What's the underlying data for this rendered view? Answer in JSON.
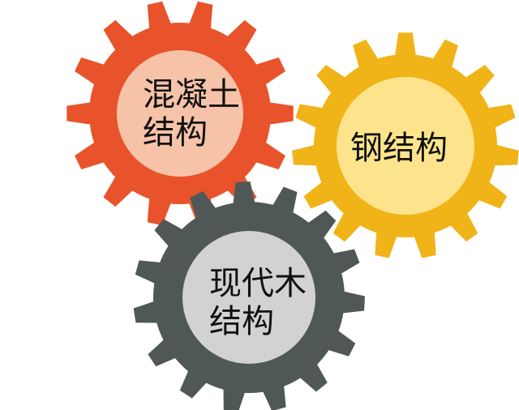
{
  "gears": [
    {
      "id": "concrete",
      "label_lines": [
        "混凝土",
        "结构"
      ],
      "outer_color": "#e8532b",
      "inner_color": "#f6c3a8"
    },
    {
      "id": "steel",
      "label_lines": [
        "钢结构"
      ],
      "outer_color": "#f0b419",
      "inner_color": "#fde48c"
    },
    {
      "id": "timber",
      "label_lines": [
        "现代木",
        "结构"
      ],
      "outer_color": "#4f5856",
      "inner_color": "#d2d2d2"
    }
  ]
}
